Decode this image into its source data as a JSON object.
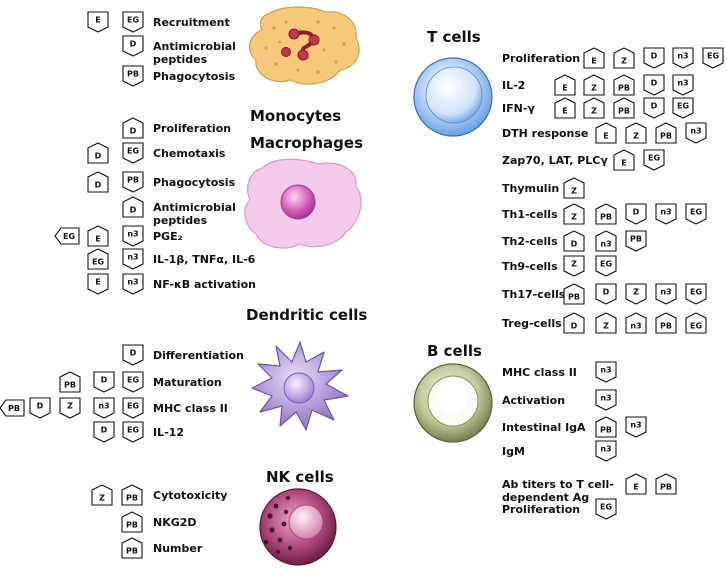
{
  "headings": {
    "monocytes": "Monocytes",
    "macrophages": "Macrophages",
    "dendritic": "Dendritic cells",
    "nk": "NK cells",
    "t": "T cells",
    "b": "B cells"
  },
  "neutrophil_effects": [
    {
      "label": "Recruitment",
      "arrows": [
        {
          "t": "E",
          "d": "down"
        },
        {
          "t": "EG",
          "d": "down"
        }
      ]
    },
    {
      "label": "Antimicrobial",
      "label2": "peptides",
      "arrows": [
        {
          "t": "D",
          "d": "down"
        }
      ]
    },
    {
      "label": "Phagocytosis",
      "arrows": [
        {
          "t": "PB",
          "d": "down"
        }
      ]
    }
  ],
  "macrophage_effects": [
    {
      "label": "Proliferation",
      "arrows": [
        {
          "t": "D",
          "d": "up"
        }
      ]
    },
    {
      "label": "Chemotaxis",
      "arrows": [
        {
          "t": "D",
          "d": "up"
        },
        {
          "t": "EG",
          "d": "down"
        }
      ]
    },
    {
      "label": "Phagocytosis",
      "arrows": [
        {
          "t": "D",
          "d": "up"
        },
        {
          "t": "PB",
          "d": "down"
        }
      ]
    },
    {
      "label": "Antimicrobial",
      "label2": "peptides",
      "arrows": [
        {
          "t": "D",
          "d": "up"
        }
      ]
    },
    {
      "label": "PGE₂",
      "arrows": [
        {
          "t": "EG",
          "d": "left"
        },
        {
          "t": "E",
          "d": "up"
        },
        {
          "t": "n3",
          "d": "down"
        }
      ]
    },
    {
      "label": "IL-1β, TNFα, IL-6",
      "arrows": [
        {
          "t": "EG",
          "d": "up"
        },
        {
          "t": "n3",
          "d": "down"
        }
      ]
    },
    {
      "label": "NF-κB activation",
      "arrows": [
        {
          "t": "E",
          "d": "down"
        },
        {
          "t": "n3",
          "d": "down"
        }
      ]
    }
  ],
  "dendritic_effects": [
    {
      "label": "Differentiation",
      "arrows": [
        {
          "t": "D",
          "d": "down"
        }
      ]
    },
    {
      "label": "Maturation",
      "arrows": [
        {
          "t": "PB",
          "d": "up"
        },
        {
          "t": "D",
          "d": "down"
        },
        {
          "t": "EG",
          "d": "down"
        }
      ]
    },
    {
      "label": "MHC class II",
      "arrows": [
        {
          "t": "PB",
          "d": "left"
        },
        {
          "t": "D",
          "d": "down"
        },
        {
          "t": "Z",
          "d": "down"
        },
        {
          "t": "n3",
          "d": "down"
        },
        {
          "t": "EG",
          "d": "down"
        }
      ]
    },
    {
      "label": "IL-12",
      "arrows": [
        {
          "t": "D",
          "d": "down"
        },
        {
          "t": "EG",
          "d": "down"
        }
      ]
    }
  ],
  "nk_effects": [
    {
      "label": "Cytotoxicity",
      "arrows": [
        {
          "t": "Z",
          "d": "up"
        },
        {
          "t": "PB",
          "d": "up"
        }
      ]
    },
    {
      "label": "NKG2D",
      "arrows": [
        {
          "t": "PB",
          "d": "up"
        }
      ]
    },
    {
      "label": "Number",
      "arrows": [
        {
          "t": "PB",
          "d": "up"
        }
      ]
    }
  ],
  "t_effects": [
    {
      "label": "Proliferation",
      "arrows": [
        {
          "t": "E",
          "d": "up"
        },
        {
          "t": "Z",
          "d": "up"
        },
        {
          "t": "D",
          "d": "down"
        },
        {
          "t": "n3",
          "d": "down"
        },
        {
          "t": "EG",
          "d": "down"
        }
      ]
    },
    {
      "label": "IL-2",
      "arrows": [
        {
          "t": "E",
          "d": "up"
        },
        {
          "t": "Z",
          "d": "up"
        },
        {
          "t": "PB",
          "d": "up"
        },
        {
          "t": "D",
          "d": "down"
        },
        {
          "t": "n3",
          "d": "down"
        }
      ]
    },
    {
      "label": "IFN-γ",
      "arrows": [
        {
          "t": "E",
          "d": "up"
        },
        {
          "t": "Z",
          "d": "up"
        },
        {
          "t": "PB",
          "d": "up"
        },
        {
          "t": "D",
          "d": "down"
        },
        {
          "t": "EG",
          "d": "down"
        }
      ]
    },
    {
      "label": "DTH response",
      "arrows": [
        {
          "t": "E",
          "d": "up"
        },
        {
          "t": "Z",
          "d": "up"
        },
        {
          "t": "PB",
          "d": "up"
        },
        {
          "t": "n3",
          "d": "down"
        }
      ]
    },
    {
      "label": "Zap70, LAT, PLCγ",
      "arrows": [
        {
          "t": "E",
          "d": "up"
        },
        {
          "t": "EG",
          "d": "down"
        }
      ]
    },
    {
      "label": "Thymulin",
      "arrows": [
        {
          "t": "Z",
          "d": "up"
        }
      ]
    },
    {
      "label": "Th1-cells",
      "arrows": [
        {
          "t": "Z",
          "d": "up"
        },
        {
          "t": "PB",
          "d": "up"
        },
        {
          "t": "D",
          "d": "down"
        },
        {
          "t": "n3",
          "d": "down"
        },
        {
          "t": "EG",
          "d": "down"
        }
      ]
    },
    {
      "label": "Th2-cells",
      "arrows": [
        {
          "t": "D",
          "d": "up"
        },
        {
          "t": "n3",
          "d": "up"
        },
        {
          "t": "PB",
          "d": "down"
        }
      ]
    },
    {
      "label": "Th9-cells",
      "arrows": [
        {
          "t": "Z",
          "d": "down"
        },
        {
          "t": "EG",
          "d": "down"
        }
      ]
    },
    {
      "label": "Th17-cells",
      "arrows": [
        {
          "t": "PB",
          "d": "up"
        },
        {
          "t": "D",
          "d": "down"
        },
        {
          "t": "Z",
          "d": "down"
        },
        {
          "t": "n3",
          "d": "down"
        },
        {
          "t": "EG",
          "d": "down"
        }
      ]
    },
    {
      "label": "Treg-cells",
      "arrows": [
        {
          "t": "D",
          "d": "up"
        },
        {
          "t": "Z",
          "d": "up"
        },
        {
          "t": "n3",
          "d": "up"
        },
        {
          "t": "PB",
          "d": "up"
        },
        {
          "t": "EG",
          "d": "up"
        }
      ]
    }
  ],
  "b_effects": [
    {
      "label": "MHC class II",
      "arrows": [
        {
          "t": "n3",
          "d": "down"
        }
      ]
    },
    {
      "label": "Activation",
      "arrows": [
        {
          "t": "n3",
          "d": "down"
        }
      ]
    },
    {
      "label": "Intestinal IgA",
      "arrows": [
        {
          "t": "PB",
          "d": "up"
        },
        {
          "t": "n3",
          "d": "down"
        }
      ]
    },
    {
      "label": "IgM",
      "arrows": [
        {
          "t": "n3",
          "d": "down"
        }
      ]
    },
    {
      "label": "Ab titers to T cell-",
      "label2": "dependent Ag",
      "arrows": [
        {
          "t": "E",
          "d": "up"
        },
        {
          "t": "PB",
          "d": "up"
        }
      ]
    },
    {
      "label": "Proliferation",
      "arrows": [
        {
          "t": "EG",
          "d": "down"
        }
      ]
    }
  ],
  "colors": {
    "neutrophil": "#f6c87a",
    "macrophage": "#f3c9ec",
    "dendritic": "#a992cf",
    "t_cell": "#8ab6ee",
    "b_cell": "#aeb07a",
    "nk_cell": "#8e2d5c"
  }
}
